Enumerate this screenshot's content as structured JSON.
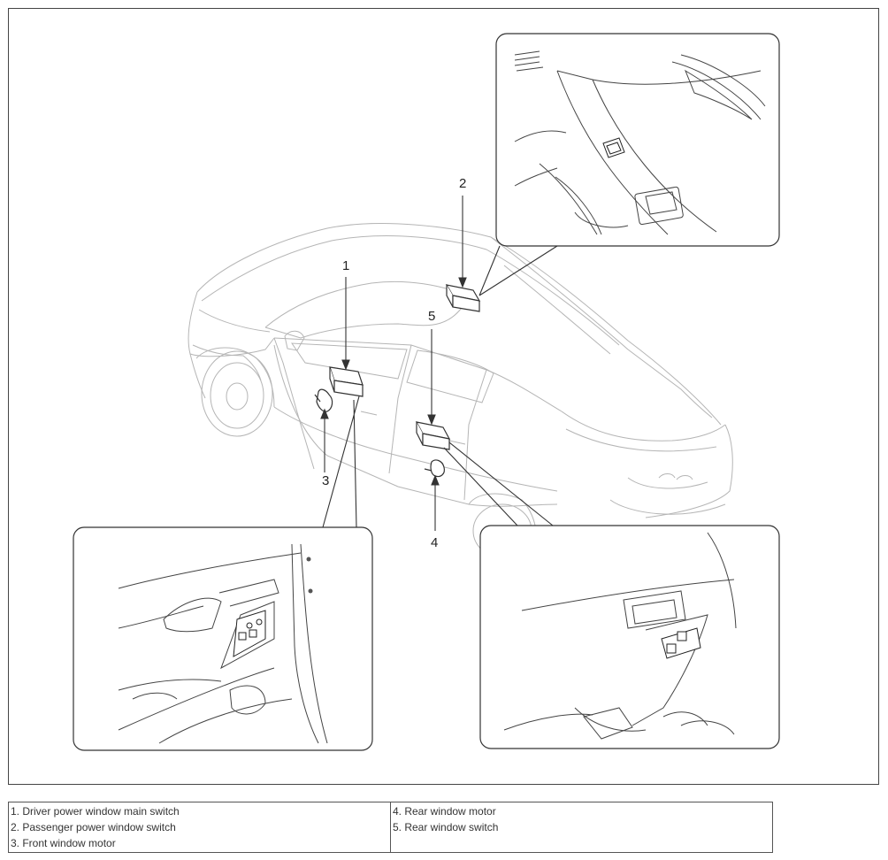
{
  "callouts": {
    "c1": "1",
    "c2": "2",
    "c3": "3",
    "c4": "4",
    "c5": "5"
  },
  "legend": {
    "left": [
      "1. Driver power window main switch",
      "2. Passenger power window switch",
      "3. Front window motor"
    ],
    "right": [
      "4. Rear window motor",
      "5. Rear window switch"
    ]
  },
  "colors": {
    "line": "#333333",
    "light_line": "#aaaaaa",
    "frame": "#444444"
  }
}
